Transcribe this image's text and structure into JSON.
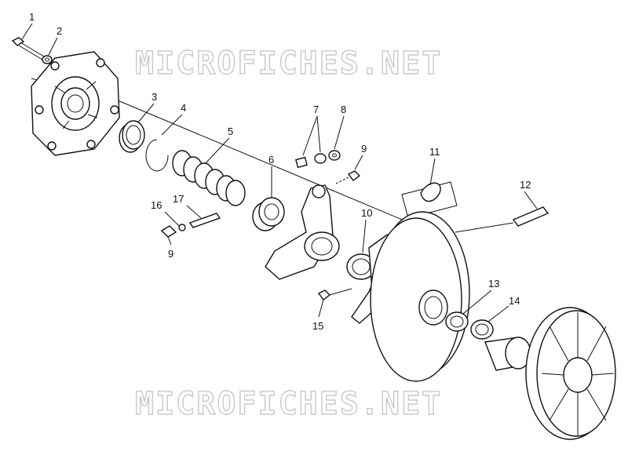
{
  "watermark": {
    "top": "MICROFICHES.NET",
    "bottom": "MICROFICHES.NET"
  },
  "callouts": [
    {
      "id": "c1",
      "label": "1"
    },
    {
      "id": "c2",
      "label": "2"
    },
    {
      "id": "c3",
      "label": "3"
    },
    {
      "id": "c4",
      "label": "4"
    },
    {
      "id": "c5",
      "label": "5"
    },
    {
      "id": "c6",
      "label": "6"
    },
    {
      "id": "c7",
      "label": "7"
    },
    {
      "id": "c8",
      "label": "8"
    },
    {
      "id": "c9a",
      "label": "9"
    },
    {
      "id": "c10",
      "label": "10"
    },
    {
      "id": "c11",
      "label": "11"
    },
    {
      "id": "c12",
      "label": "12"
    },
    {
      "id": "c13",
      "label": "13"
    },
    {
      "id": "c14",
      "label": "14"
    },
    {
      "id": "c15",
      "label": "15"
    },
    {
      "id": "c16",
      "label": "16"
    },
    {
      "id": "c17",
      "label": "17"
    },
    {
      "id": "c9b",
      "label": "9"
    }
  ]
}
